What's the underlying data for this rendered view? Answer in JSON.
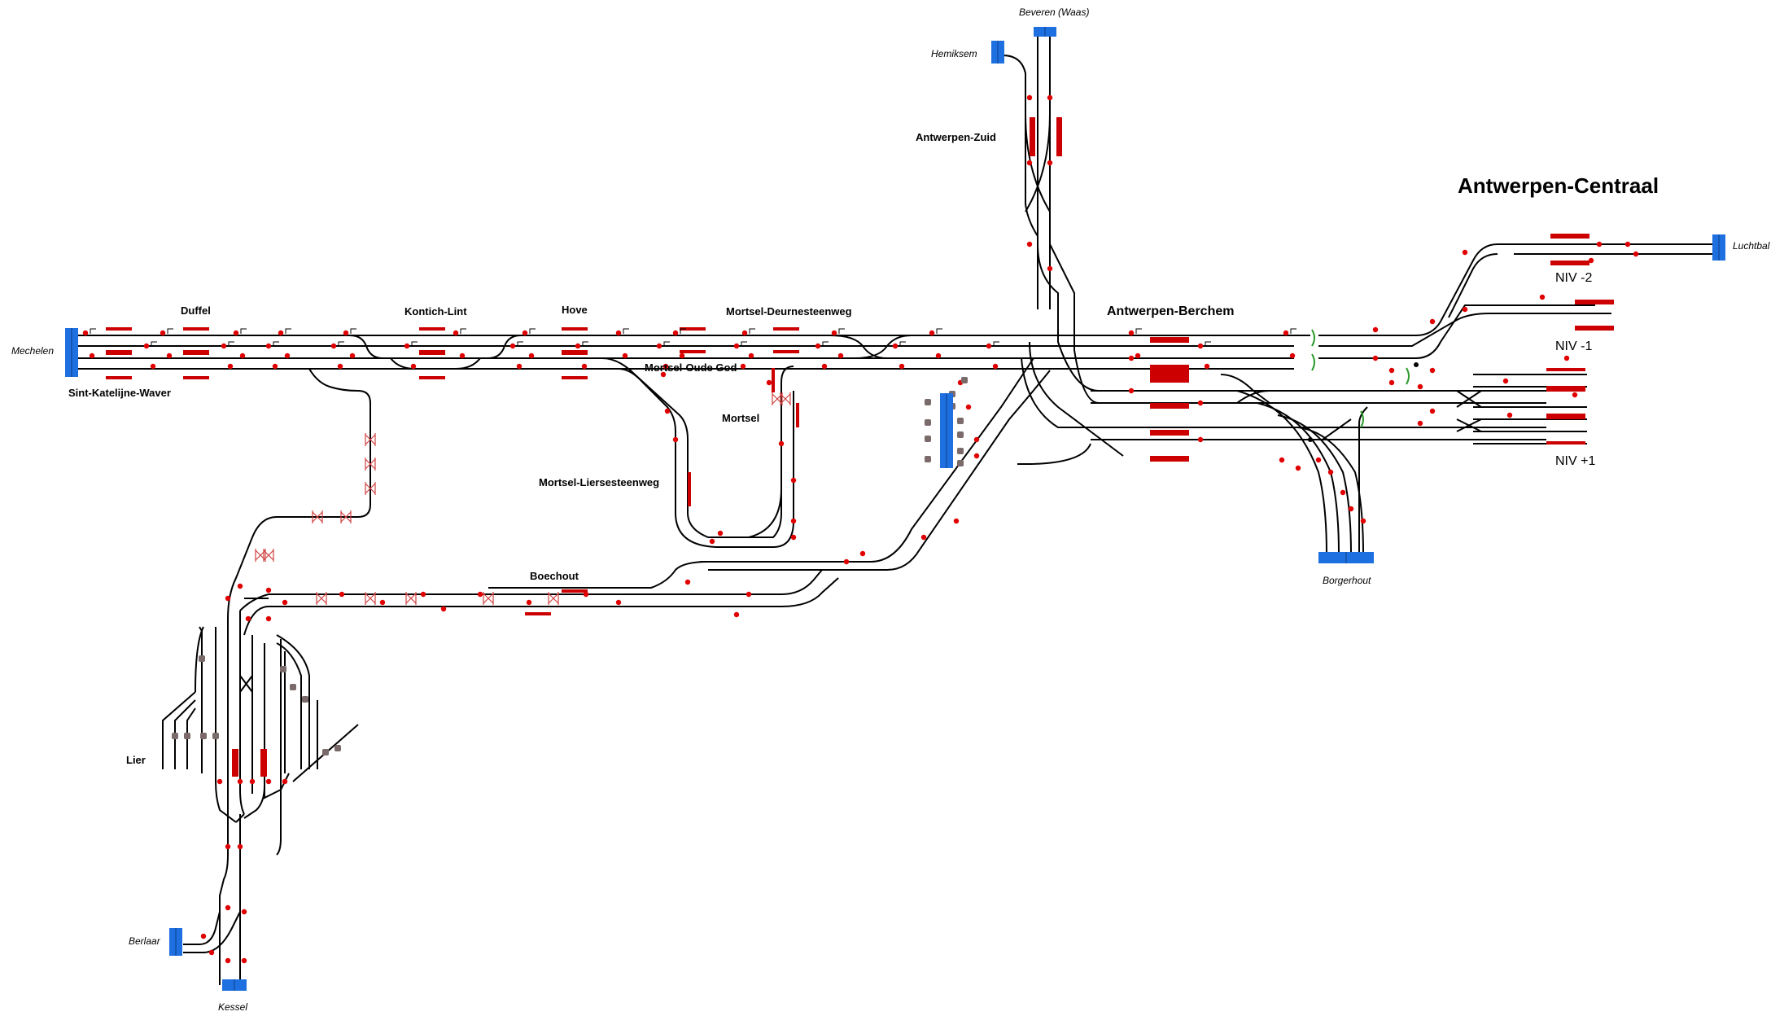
{
  "title": "Antwerpen-Centraal",
  "colors": {
    "track": "#000000",
    "signal": "#e00000",
    "platform": "#cc0000",
    "boundary": "#1e6fe0",
    "siding": "#7a6a6a",
    "crossing": "#d04040",
    "catenary": "#2a9a2a"
  },
  "stations": {
    "mechelen": "Mechelen",
    "sint_katelijne_waver": "Sint-Katelijne-Waver",
    "duffel": "Duffel",
    "kontich_lint": "Kontich-Lint",
    "hove": "Hove",
    "mortsel_deurnesteenweg": "Mortsel-Deurnesteenweg",
    "mortsel_oude_god": "Mortsel-Oude God",
    "mortsel": "Mortsel",
    "mortsel_liersesteenweg": "Mortsel-Liersesteenweg",
    "boechout": "Boechout",
    "lier": "Lier",
    "berlaar": "Berlaar",
    "kessel": "Kessel",
    "hemiksem": "Hemiksem",
    "beveren_waas": "Beveren (Waas)",
    "antwerpen_zuid": "Antwerpen-Zuid",
    "antwerpen_berchem": "Antwerpen-Berchem",
    "borgerhout": "Borgerhout",
    "luchtbal": "Luchtbal"
  },
  "levels": {
    "niv_min2": "NIV -2",
    "niv_min1": "NIV -1",
    "niv_plus1": "NIV +1"
  }
}
